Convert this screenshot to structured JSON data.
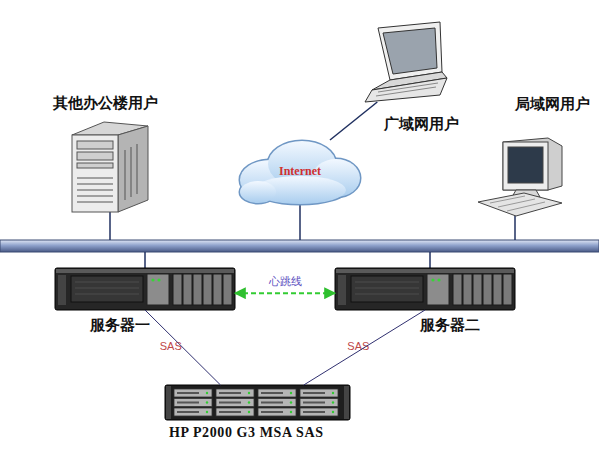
{
  "diagram": {
    "nodes": [
      {
        "text": [
          "其他办公楼用户"
        ]
      },
      {
        "text": [
          "Internet"
        ]
      },
      {
        "text": [
          "广域网用户"
        ]
      },
      {
        "text": [
          "局域网用户"
        ]
      },
      {
        "text": [
          "服务器一"
        ]
      },
      {
        "text": [
          "服务器二"
        ]
      },
      {
        "text": [
          "HP P2000 G3 MSA SAS"
        ]
      }
    ],
    "edges": [
      {
        "from": 1,
        "to": 2,
        "arrow": "none"
      },
      {
        "from": 4,
        "to": 5,
        "label": "心跳线",
        "arrow": "both"
      },
      {
        "from": 4,
        "to": 6,
        "label": "SAS",
        "arrow": "none"
      },
      {
        "from": 5,
        "to": 6,
        "label": "SAS",
        "arrow": "none"
      }
    ]
  }
}
